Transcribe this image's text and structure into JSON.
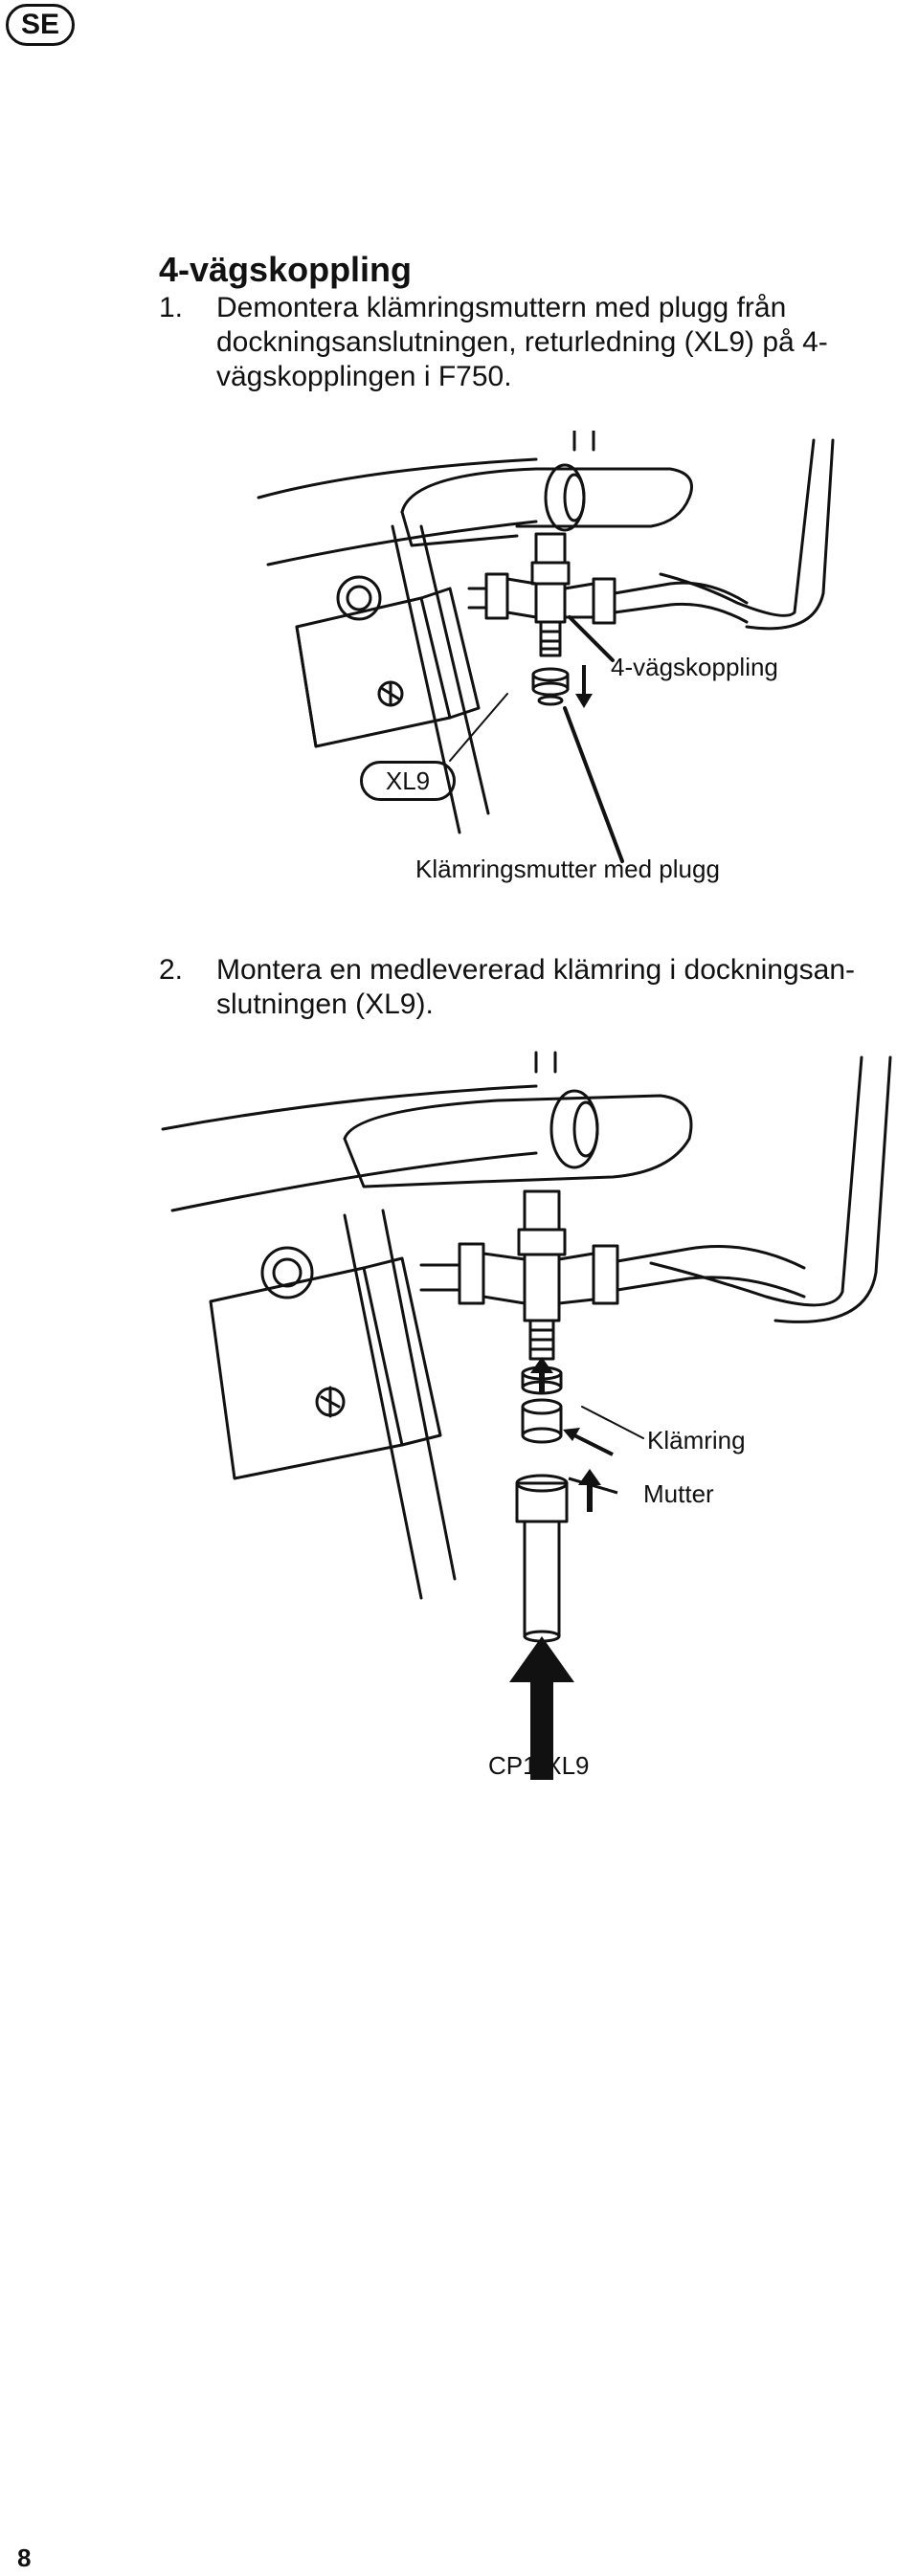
{
  "header": {
    "language_badge": "SE"
  },
  "section": {
    "title": "4-vägskoppling"
  },
  "step1": {
    "number": "1.",
    "lines": [
      "Demontera klämringsmuttern med plugg från",
      "dockningsanslutningen, returledning (XL9) på 4-",
      "vägskopplingen i F750."
    ]
  },
  "figure1": {
    "label_coupling": "4-vägskoppling",
    "label_xl9": "XL9",
    "label_nut": "Klämringsmutter med plugg"
  },
  "step2": {
    "number": "2.",
    "lines": [
      "Montera en medlevererad klämring i dockningsan-",
      "slutningen (XL9)."
    ]
  },
  "figure2": {
    "label_ring": "Klämring",
    "label_nut": "Mutter",
    "label_pipe": "CP1-XL9"
  },
  "footer": {
    "page_number": "8"
  }
}
